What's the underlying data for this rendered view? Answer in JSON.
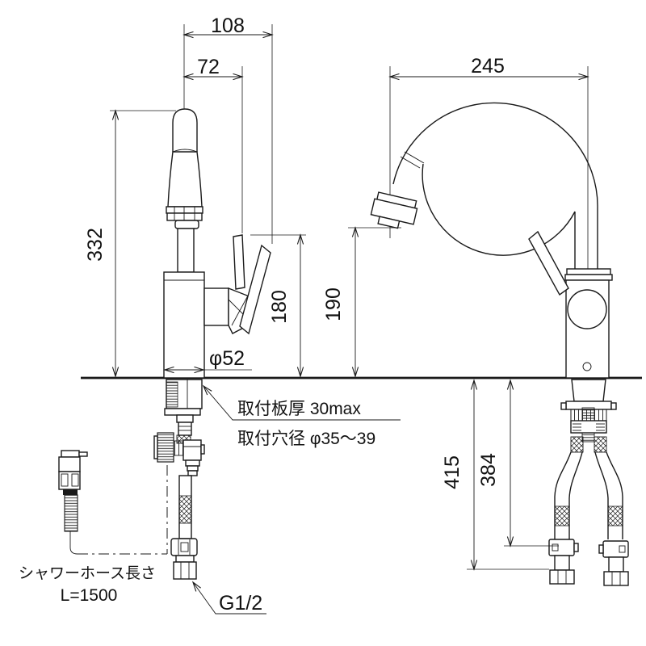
{
  "drawing": {
    "dims": {
      "d108": "108",
      "d72": "72",
      "d245": "245",
      "d332": "332",
      "d180": "180",
      "d190": "190",
      "d52": "φ52",
      "d415": "415",
      "d384": "384"
    },
    "notes": {
      "plate": "取付板厚 30max",
      "hole": "取付穴径 φ35〜39",
      "hose1": "シャワーホース長さ",
      "hose2": "L=1500",
      "thread": "G1/2"
    },
    "colors": {
      "line": "#1a1a1a",
      "background": "#ffffff"
    }
  }
}
